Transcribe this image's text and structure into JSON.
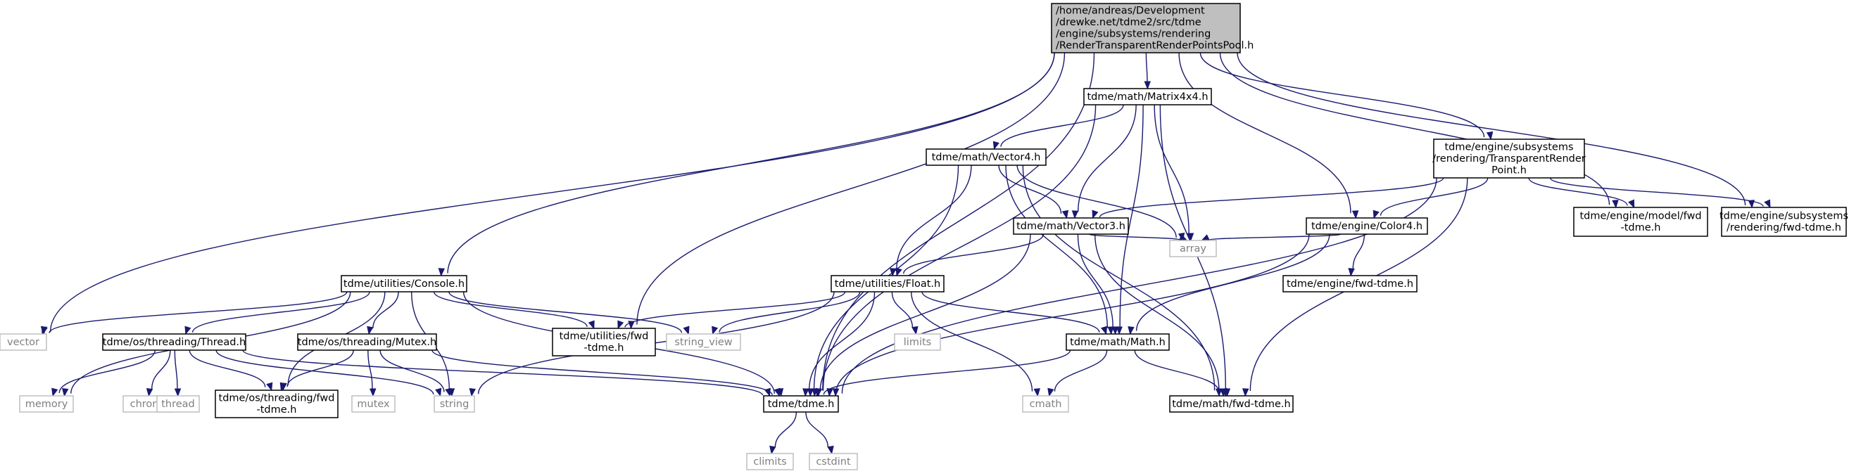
{
  "nodes": [
    {
      "id": "root",
      "kind": "root",
      "lines": [
        "/home/andreas/Development",
        "/drewke.net/tdme2/src/tdme",
        "/engine/subsystems/rendering",
        "/RenderTransparentRenderPointsPool.h"
      ]
    },
    {
      "id": "matrix4x4",
      "kind": "std",
      "lines": [
        "tdme/math/Matrix4x4.h"
      ]
    },
    {
      "id": "trp",
      "kind": "std",
      "lines": [
        "tdme/engine/subsystems",
        "/rendering/TransparentRender",
        "Point.h"
      ]
    },
    {
      "id": "vector4",
      "kind": "std",
      "lines": [
        "tdme/math/Vector4.h"
      ]
    },
    {
      "id": "vector3",
      "kind": "std",
      "lines": [
        "tdme/math/Vector3.h"
      ]
    },
    {
      "id": "color4",
      "kind": "std",
      "lines": [
        "tdme/engine/Color4.h"
      ]
    },
    {
      "id": "model_fwd",
      "kind": "std",
      "lines": [
        "tdme/engine/model/fwd",
        "-tdme.h"
      ]
    },
    {
      "id": "rendering_fwd",
      "kind": "std",
      "lines": [
        "tdme/engine/subsystems",
        "/rendering/fwd-tdme.h"
      ]
    },
    {
      "id": "console",
      "kind": "std",
      "lines": [
        "tdme/utilities/Console.h"
      ]
    },
    {
      "id": "float",
      "kind": "std",
      "lines": [
        "tdme/utilities/Float.h"
      ]
    },
    {
      "id": "engine_fwd",
      "kind": "std",
      "lines": [
        "tdme/engine/fwd-tdme.h"
      ]
    },
    {
      "id": "array",
      "kind": "ext",
      "lines": [
        "array"
      ]
    },
    {
      "id": "vector",
      "kind": "ext",
      "lines": [
        "vector"
      ]
    },
    {
      "id": "thread_h",
      "kind": "std",
      "lines": [
        "tdme/os/threading/Thread.h"
      ]
    },
    {
      "id": "mutex_h",
      "kind": "std",
      "lines": [
        "tdme/os/threading/Mutex.h"
      ]
    },
    {
      "id": "utilities_fwd",
      "kind": "std",
      "lines": [
        "tdme/utilities/fwd",
        "-tdme.h"
      ]
    },
    {
      "id": "string_view",
      "kind": "ext",
      "lines": [
        "string_view"
      ]
    },
    {
      "id": "limits",
      "kind": "ext",
      "lines": [
        "limits"
      ]
    },
    {
      "id": "math_h",
      "kind": "std",
      "lines": [
        "tdme/math/Math.h"
      ]
    },
    {
      "id": "memory",
      "kind": "ext",
      "lines": [
        "memory"
      ]
    },
    {
      "id": "chrono",
      "kind": "ext",
      "lines": [
        "chrono"
      ]
    },
    {
      "id": "thread",
      "kind": "ext",
      "lines": [
        "thread"
      ]
    },
    {
      "id": "threading_fwd",
      "kind": "std",
      "lines": [
        "tdme/os/threading/fwd",
        "-tdme.h"
      ]
    },
    {
      "id": "mutex",
      "kind": "ext",
      "lines": [
        "mutex"
      ]
    },
    {
      "id": "string",
      "kind": "ext",
      "lines": [
        "string"
      ]
    },
    {
      "id": "tdme_h",
      "kind": "std",
      "lines": [
        "tdme/tdme.h"
      ]
    },
    {
      "id": "cmath",
      "kind": "ext",
      "lines": [
        "cmath"
      ]
    },
    {
      "id": "math_fwd",
      "kind": "std",
      "lines": [
        "tdme/math/fwd-tdme.h"
      ]
    },
    {
      "id": "climits",
      "kind": "ext",
      "lines": [
        "climits"
      ]
    },
    {
      "id": "cstdint",
      "kind": "ext",
      "lines": [
        "cstdint"
      ]
    }
  ],
  "edges": [
    [
      "root",
      "matrix4x4"
    ],
    [
      "root",
      "trp"
    ],
    [
      "root",
      "color4"
    ],
    [
      "root",
      "model_fwd"
    ],
    [
      "root",
      "rendering_fwd"
    ],
    [
      "root",
      "console"
    ],
    [
      "root",
      "vector"
    ],
    [
      "root",
      "tdme_h"
    ],
    [
      "root",
      "utilities_fwd"
    ],
    [
      "matrix4x4",
      "vector4"
    ],
    [
      "matrix4x4",
      "vector3"
    ],
    [
      "matrix4x4",
      "array"
    ],
    [
      "matrix4x4",
      "math_h"
    ],
    [
      "matrix4x4",
      "math_fwd"
    ],
    [
      "matrix4x4",
      "tdme_h"
    ],
    [
      "trp",
      "vector3"
    ],
    [
      "trp",
      "color4"
    ],
    [
      "trp",
      "model_fwd"
    ],
    [
      "trp",
      "rendering_fwd"
    ],
    [
      "trp",
      "tdme_h"
    ],
    [
      "trp",
      "math_fwd"
    ],
    [
      "vector4",
      "vector3"
    ],
    [
      "vector4",
      "float"
    ],
    [
      "vector4",
      "math_h"
    ],
    [
      "vector4",
      "tdme_h"
    ],
    [
      "vector4",
      "array"
    ],
    [
      "vector4",
      "math_fwd"
    ],
    [
      "vector3",
      "float"
    ],
    [
      "vector3",
      "math_h"
    ],
    [
      "vector3",
      "tdme_h"
    ],
    [
      "vector3",
      "array"
    ],
    [
      "vector3",
      "math_fwd"
    ],
    [
      "color4",
      "engine_fwd"
    ],
    [
      "color4",
      "array"
    ],
    [
      "color4",
      "math_h"
    ],
    [
      "color4",
      "tdme_h"
    ],
    [
      "console",
      "thread_h"
    ],
    [
      "console",
      "mutex_h"
    ],
    [
      "console",
      "utilities_fwd"
    ],
    [
      "console",
      "string_view"
    ],
    [
      "console",
      "memory"
    ],
    [
      "console",
      "string"
    ],
    [
      "console",
      "threading_fwd"
    ],
    [
      "console",
      "tdme_h"
    ],
    [
      "console",
      "vector"
    ],
    [
      "float",
      "utilities_fwd"
    ],
    [
      "float",
      "string_view"
    ],
    [
      "float",
      "limits"
    ],
    [
      "float",
      "math_h"
    ],
    [
      "float",
      "tdme_h"
    ],
    [
      "float",
      "string"
    ],
    [
      "float",
      "cmath"
    ],
    [
      "thread_h",
      "memory"
    ],
    [
      "thread_h",
      "chrono"
    ],
    [
      "thread_h",
      "thread"
    ],
    [
      "thread_h",
      "threading_fwd"
    ],
    [
      "thread_h",
      "string"
    ],
    [
      "thread_h",
      "tdme_h"
    ],
    [
      "mutex_h",
      "mutex"
    ],
    [
      "mutex_h",
      "string"
    ],
    [
      "mutex_h",
      "threading_fwd"
    ],
    [
      "mutex_h",
      "tdme_h"
    ],
    [
      "math_h",
      "tdme_h"
    ],
    [
      "math_h",
      "cmath"
    ],
    [
      "math_h",
      "math_fwd"
    ],
    [
      "tdme_h",
      "climits"
    ],
    [
      "tdme_h",
      "cstdint"
    ]
  ]
}
